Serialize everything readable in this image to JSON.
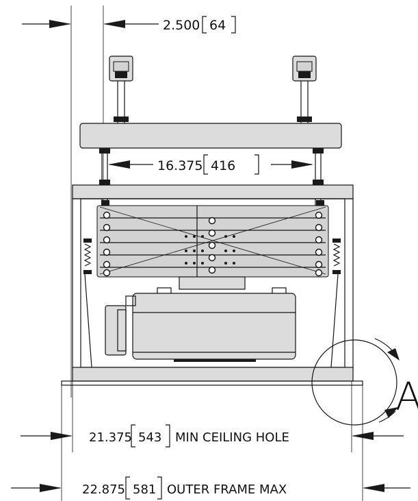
{
  "dimensions": {
    "top_offset": {
      "value": "2.500",
      "metric": "64"
    },
    "rod_spacing": {
      "value": "16.375",
      "metric": "416"
    },
    "ceiling_hole": {
      "value": "21.375",
      "metric": "543",
      "note": "MIN CEILING HOLE"
    },
    "outer_frame": {
      "value": "22.875",
      "metric": "581",
      "note": "OUTER FRAME MAX"
    }
  },
  "detail_callout": {
    "label": "A"
  }
}
